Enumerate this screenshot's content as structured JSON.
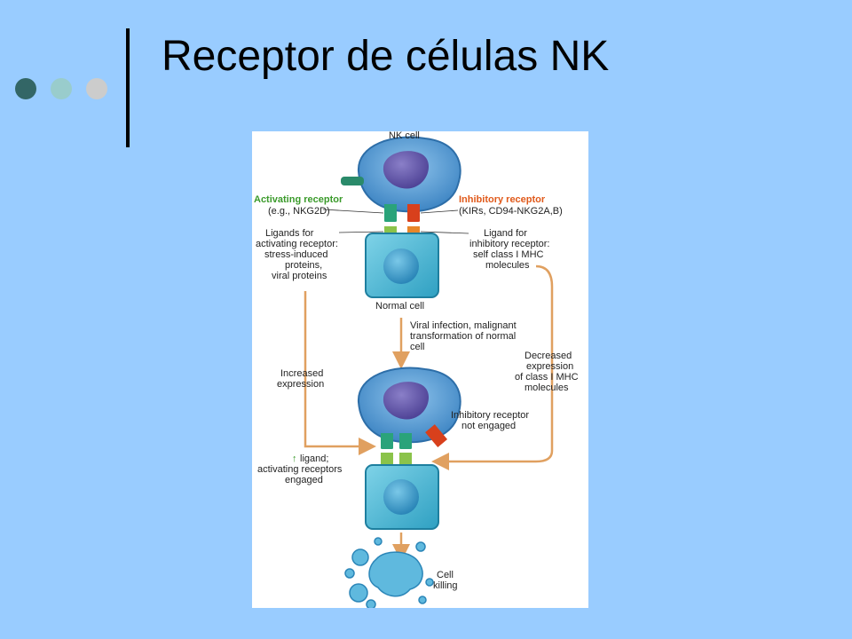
{
  "slide": {
    "title": "Receptor de células NK",
    "bullet_colors": [
      "#336666",
      "#99CCCC",
      "#CCCCCC"
    ]
  },
  "diagram": {
    "nk_cell": "NK cell",
    "activating_receptor": "Activating receptor",
    "activating_example": "(e.g., NKG2D)",
    "inhibitory_receptor": "Inhibitory receptor",
    "inhibitory_example": "(KIRs, CD94-NKG2A,B)",
    "ligands_activating": [
      "Ligands for",
      "activating receptor:",
      "stress-induced",
      "proteins,",
      "viral proteins"
    ],
    "ligand_inhibitory": [
      "Ligand for",
      "inhibitory receptor:",
      "self class I MHC",
      "molecules"
    ],
    "normal_cell": "Normal cell",
    "viral_infection": [
      "Viral infection, malignant",
      "transformation of normal",
      "cell"
    ],
    "increased_expression": [
      "Increased",
      "expression"
    ],
    "decreased_expression": [
      "Decreased",
      "expression",
      "of class I MHC",
      "molecules"
    ],
    "inhibitory_not_engaged": [
      "Inhibitory receptor",
      "not engaged"
    ],
    "ligand_engaged_lines": [
      "ligand;",
      "activating receptors",
      "engaged"
    ],
    "cell_killing": [
      "Cell",
      "killing"
    ]
  }
}
